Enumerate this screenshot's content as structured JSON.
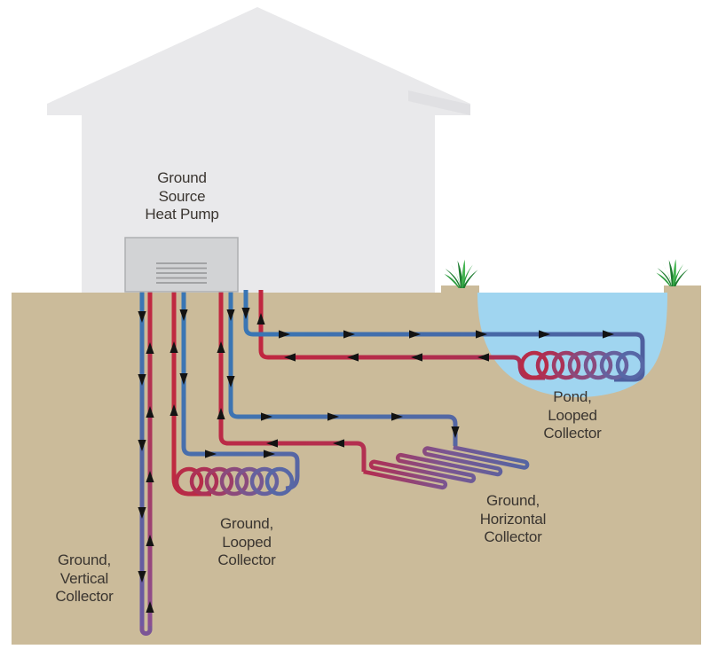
{
  "diagram": {
    "heat_pump": {
      "label": "Ground\nSource\nHeat Pump"
    },
    "collectors": [
      {
        "id": "ground-vertical",
        "label": "Ground,\nVertical\nCollector"
      },
      {
        "id": "ground-looped",
        "label": "Ground,\nLooped\nCollector"
      },
      {
        "id": "ground-horizontal",
        "label": "Ground,\nHorizontal\nCollector"
      },
      {
        "id": "pond-looped",
        "label": "Pond,\nLooped\nCollector"
      }
    ],
    "flow": {
      "supply_pipe_color": "#3a76b4",
      "return_pipe_color": "#c02740",
      "deep_pipe_color": "#7b5596",
      "arrow_color": "#131313",
      "arrow_meaning": "direction of fluid flow"
    },
    "colors": {
      "ground": "#cbbb9a",
      "pond_water": "#a0d5f0",
      "house": "#e9e9eb",
      "house_eave_shade": "#e0e0e3",
      "heat_pump_unit": "#d2d3d5",
      "heat_pump_border": "#aeafb1",
      "vent_lines": "#9b9c9e",
      "grass_dark": "#1e7c30",
      "grass_mid": "#2e9e40",
      "grass_light": "#45b552",
      "label_text": "#3a3530"
    }
  }
}
